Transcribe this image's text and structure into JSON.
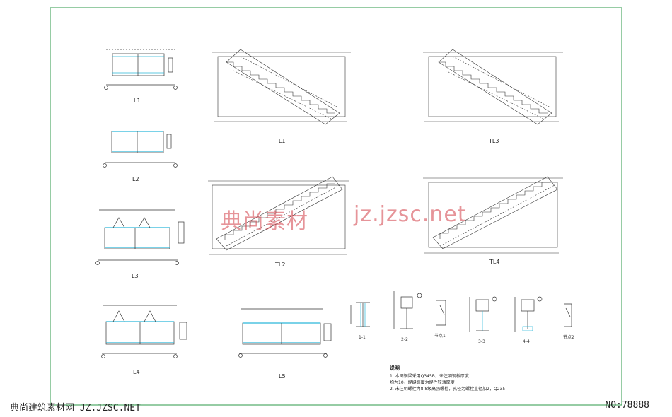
{
  "drawing": {
    "beam_labels": {
      "l1": "L1",
      "l2": "L2",
      "l3": "L3",
      "l4": "L4",
      "l5": "L5"
    },
    "stair_labels": {
      "tl1": "TL1",
      "tl2": "TL2",
      "tl3": "TL3",
      "tl4": "TL4"
    },
    "section_labels": {
      "s11": "1-1",
      "s22": "2-2",
      "s33": "3-3",
      "s44": "4-4",
      "node1": "节点1",
      "node2": "节点2"
    },
    "notes": {
      "title": "说明",
      "line1": "1. 本图钢梁采用Q345B，未注明钢板厚度",
      "line2": "   均为10，焊缝高度为焊件较薄厚度",
      "line3": "2. 未注明螺栓为8.8级高强螺栓，孔径为螺栓直径加2，Q235"
    },
    "colors": {
      "frame": "#2e9a4a",
      "line": "#333333",
      "beam": "#2ab7d9",
      "rebar": "#2a8a3a",
      "watermark": "#d23c46"
    }
  },
  "watermark": {
    "cn": "典尚素材",
    "en": "jz.jzsc.net"
  },
  "footer": {
    "left": "典尚建筑素材网 JZ.JZSC.NET",
    "right": "NO:78888"
  }
}
